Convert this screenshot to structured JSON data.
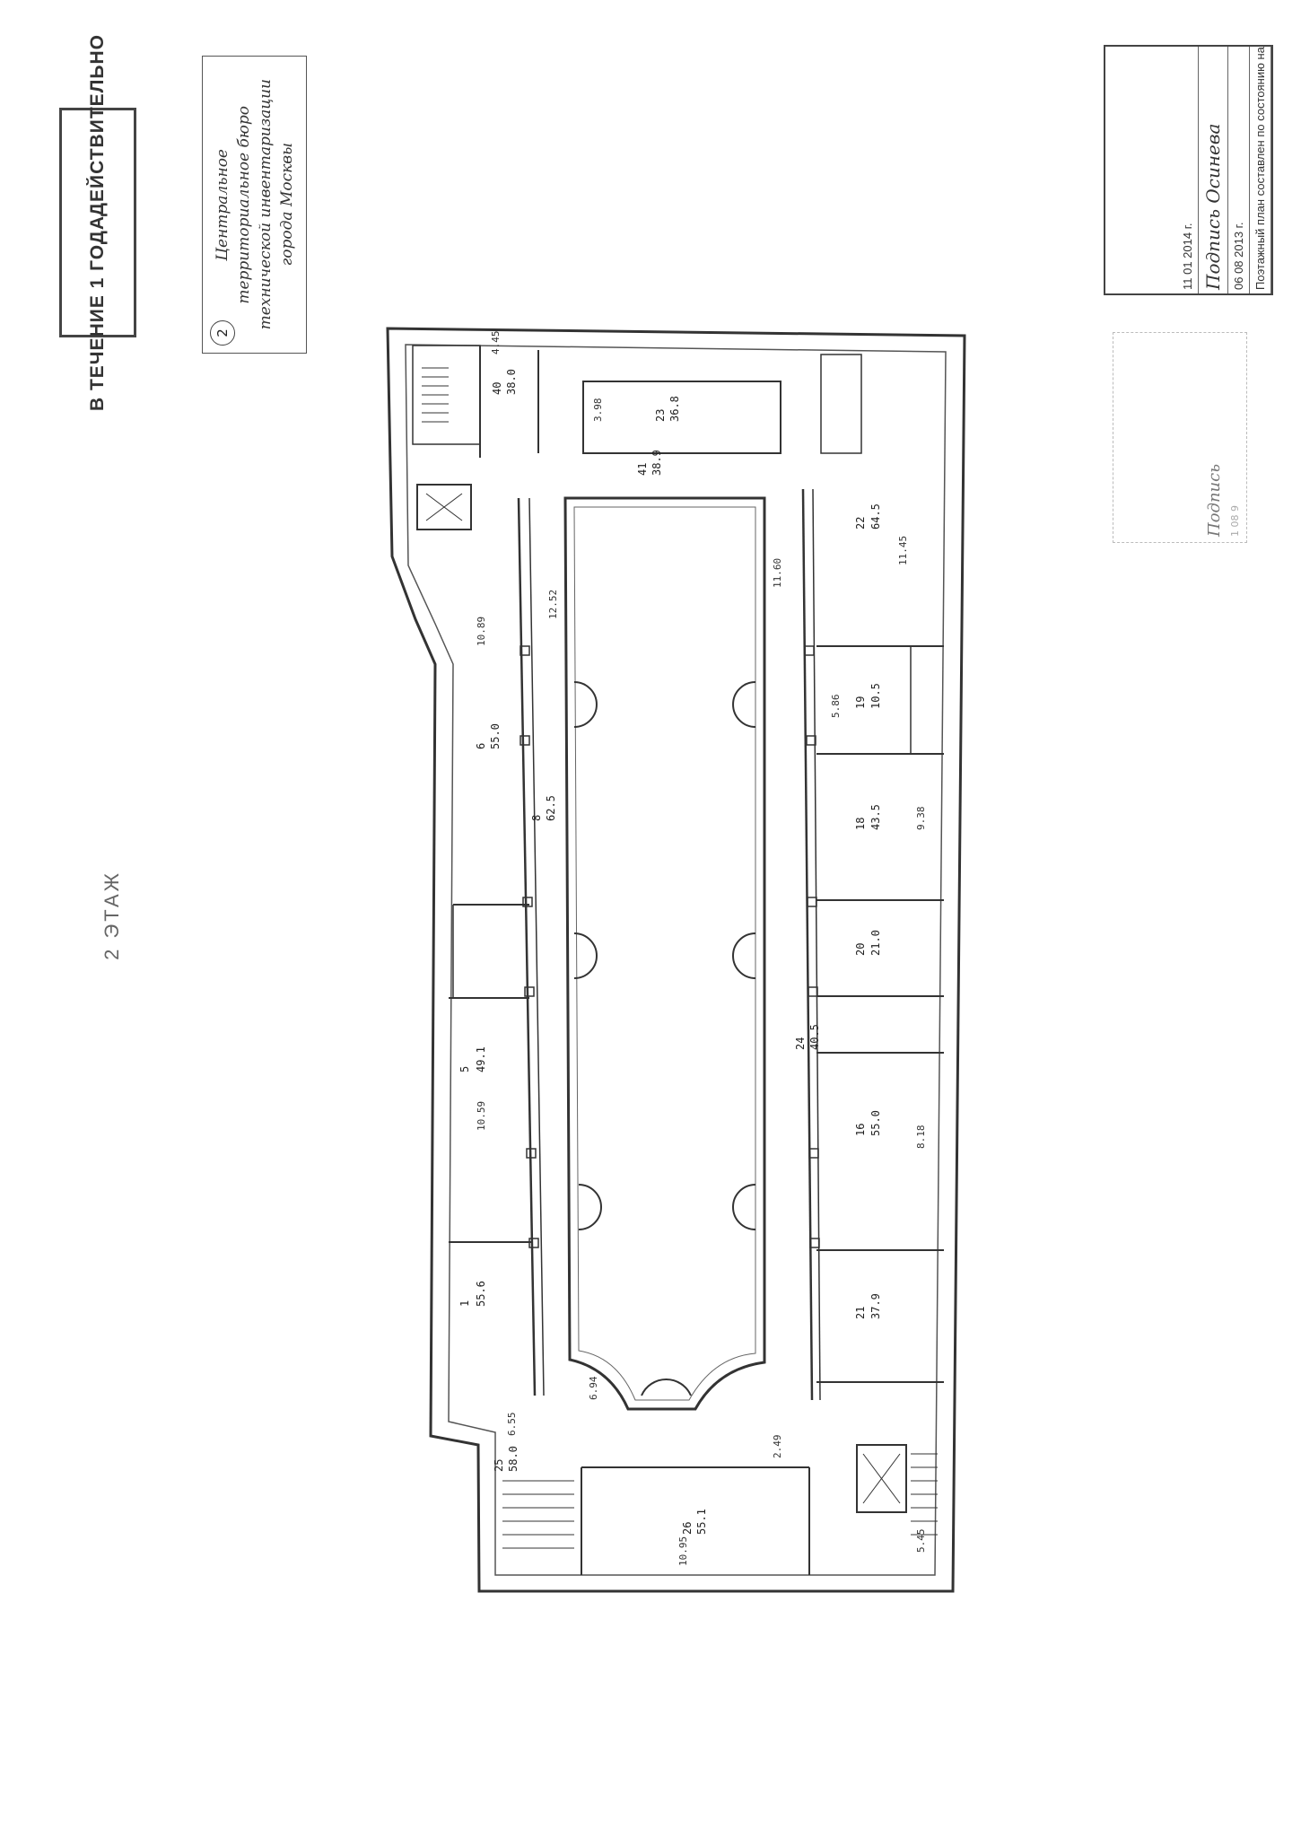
{
  "stamp_valid": {
    "line1": "ДЕЙСТВИТЕЛЬНО",
    "line2": "В ТЕЧЕНИЕ 1 ГОДА"
  },
  "stamp_bureau": {
    "number": "2",
    "line1": "Центральное",
    "line2": "территориальное бюро",
    "line3": "технической инвентаризации",
    "line4": "города Москвы"
  },
  "floor_label": "2 ЭТАЖ",
  "stamp_passport": {
    "heading": "Поэтажный план составлен по состоянию на",
    "date_row": "06   08   2013 г.",
    "signature_row": "Подпись  Осинева",
    "date2_row": "11   01   2014 г."
  },
  "stamp_faded": {
    "line1": "1   08   9",
    "line2": "Подпись"
  },
  "plan": {
    "rooms": [
      {
        "id": "r1",
        "label": "1",
        "area": "55.6"
      },
      {
        "id": "r5",
        "label": "5",
        "area": "49.1"
      },
      {
        "id": "r6",
        "label": "6",
        "area": "55.0"
      },
      {
        "id": "r8",
        "label": "8",
        "area": "62.5"
      },
      {
        "id": "r16",
        "label": "16",
        "area": "55.0"
      },
      {
        "id": "r18",
        "label": "18",
        "area": "43.5"
      },
      {
        "id": "r19",
        "label": "19",
        "area": "10.5"
      },
      {
        "id": "r20",
        "label": "20",
        "area": "21.0"
      },
      {
        "id": "r21",
        "label": "21",
        "area": "37.9"
      },
      {
        "id": "r22",
        "label": "22",
        "area": "64.5"
      },
      {
        "id": "r23",
        "label": "23",
        "area": "36.8"
      },
      {
        "id": "r24",
        "label": "24",
        "area": "40.5"
      },
      {
        "id": "r25",
        "label": "25",
        "area": "58.0"
      },
      {
        "id": "r26",
        "label": "26",
        "area": "55.1"
      },
      {
        "id": "r40",
        "label": "40",
        "area": "38.0"
      },
      {
        "id": "r41",
        "label": "41",
        "area": "38.9"
      }
    ],
    "dimensions": [
      "10.95",
      "11.45",
      "11.60",
      "12.52",
      "10.89",
      "10.59",
      "9.38",
      "8.18",
      "5.86",
      "3.98",
      "2.49",
      "6.94",
      "6.55",
      "5.45",
      "4.45"
    ]
  }
}
